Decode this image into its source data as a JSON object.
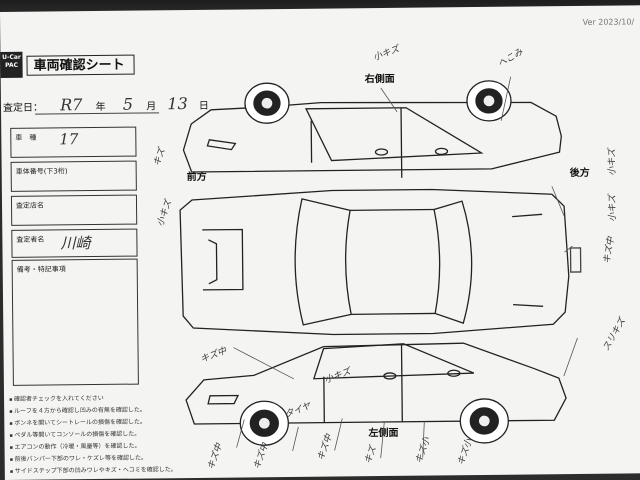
{
  "header": {
    "version": "Ver 2023/10/",
    "logo": "U-Car PAC",
    "title": "車両確認シート"
  },
  "date": {
    "label": "査定日：",
    "year_value": "R7",
    "year_label": "年",
    "month_value": "5",
    "month_label": "月",
    "day_value": "13",
    "day_label": "日"
  },
  "form": {
    "car_type_label": "車　種",
    "car_type_value": "17",
    "body_no_label": "車体番号(下3桁)",
    "store_label": "査定店名",
    "assessor_label": "査定者名",
    "assessor_value": "川崎",
    "notes_label": "備考・特記事項"
  },
  "checklist": {
    "title": "確認者チェックを入れてください",
    "items": [
      "ルーフを４方から確認し凹みの有無を確認した。",
      "ボンネを開いてシートレールの損傷を確認した。",
      "ペダル等開いてコンソールの損傷を確認した。",
      "エアコンの動作（冷暖・風量等）を確認した。",
      "前後バンパー下部のワレ・ケズレ等を確認した。",
      "サイドステップ下部の凹みワレやキズ・ヘコミを確認した。"
    ]
  },
  "diagram": {
    "right_side": "右側面",
    "left_side": "左側面",
    "front": "前方",
    "rear": "後方"
  },
  "handwritten": {
    "n1": "キズ",
    "n2": "小キズ",
    "n3": "小キズ",
    "n4": "へこみ",
    "n5": "小キズ",
    "n6": "小キズ",
    "n7": "キズ中",
    "n8": "スリキズ",
    "n9": "キズ中",
    "n10": "キズ中",
    "n11": "キズ中",
    "n12": "キズ中",
    "n13": "キズ",
    "n14": "キズ小",
    "n15": "キズ小",
    "n16": "タイヤ",
    "n17": "小キズ"
  }
}
